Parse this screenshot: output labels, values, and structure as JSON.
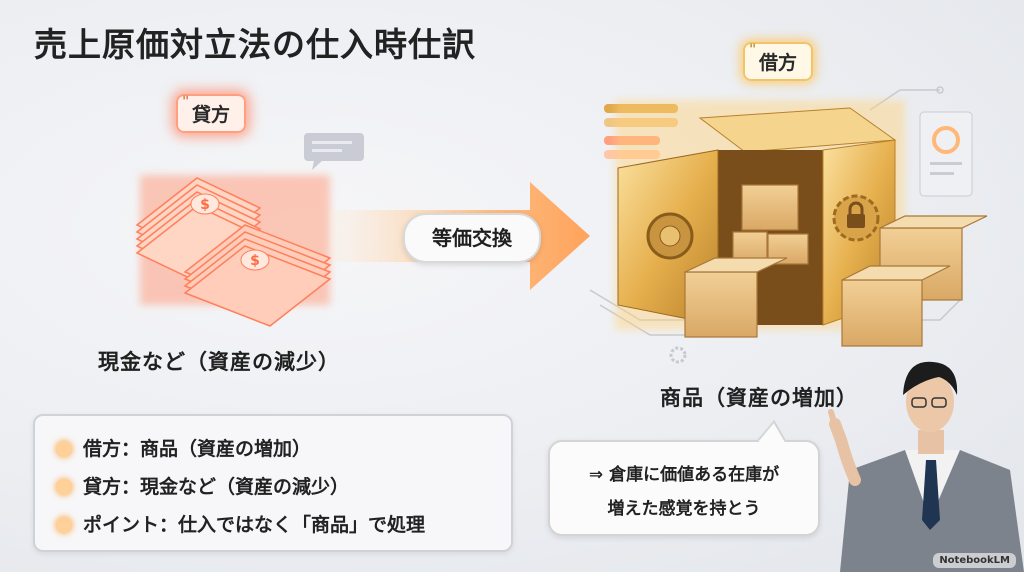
{
  "title": "売上原価対立法の仕入時仕訳",
  "credit_tag": "貸方",
  "debit_tag": "借方",
  "quote_mark": "\"",
  "exchange_label": "等価交換",
  "left_caption": "現金など（資産の減少）",
  "right_caption": "商品（資産の増加）",
  "summary": {
    "items": [
      "借方：商品（資産の増加）",
      "貸方：現金など（資産の減少）",
      "ポイント：仕入ではなく「商品」で処理"
    ]
  },
  "bubble": {
    "line1": "⇒ 倉庫に価値ある在庫が",
    "line2": "増えた感覚を持とう"
  },
  "brand": "NotebookLM",
  "icons": [
    "money-icon",
    "dollar-sign-icon",
    "safe-icon",
    "box-icon",
    "gear-icon",
    "lock-icon",
    "chat-icon",
    "arrow-icon",
    "presenter-figure"
  ],
  "colors": {
    "gold": "#e9b24a",
    "coral": "#ff8a6a",
    "accent_glow": "#ffc45a"
  }
}
